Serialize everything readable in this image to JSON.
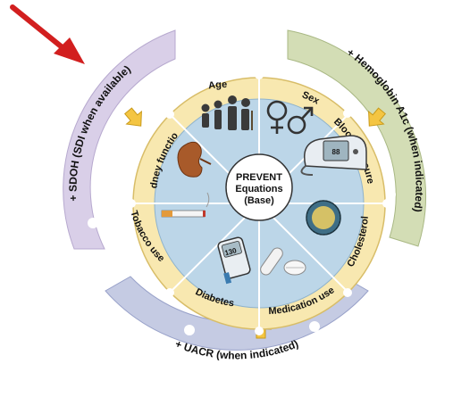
{
  "center": {
    "line1": "PREVENT",
    "line2": "Equations",
    "line3": "(Base)"
  },
  "segments": [
    {
      "label": "Age",
      "icon": "family-icon"
    },
    {
      "label": "Sex",
      "icon": "sex-symbols-icon"
    },
    {
      "label": "Blood pressure",
      "icon": "blood-pressure-monitor-icon"
    },
    {
      "label": "Cholesterol",
      "icon": "cholesterol-particle-icon"
    },
    {
      "label": "Medication use",
      "icon": "pills-icon"
    },
    {
      "label": "Diabetes",
      "icon": "glucose-meter-icon"
    },
    {
      "label": "Tobacco use",
      "icon": "cigarette-icon"
    },
    {
      "label": "Kidney function",
      "icon": "kidney-icon"
    }
  ],
  "glucose_reading": "130",
  "outer_arcs": {
    "sdoh": "+ SDOH (SDI when available)",
    "hba1c": "+ Hemoglobin A1c (when indicated)",
    "uacr": "+ UACR (when indicated)"
  },
  "colors": {
    "pointer_arrow": "#d21f1f",
    "sdoh_arc": "#d9cfe8",
    "hba1c_arc": "#d3ddb5",
    "uacr_arc": "#c5cbe3",
    "cream_ring": "#f8e8b0",
    "inner_wheel": "#bcd6e8",
    "yellow_arrow": "#f4c542"
  }
}
